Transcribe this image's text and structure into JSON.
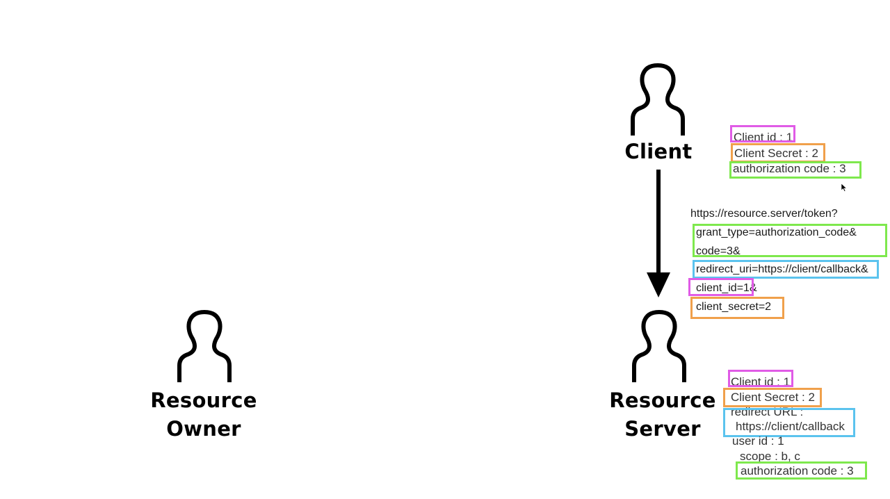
{
  "actors": {
    "client": "Client",
    "resource_owner_line1": "Resource",
    "resource_owner_line2": "Owner",
    "resource_server_line1": "Resource",
    "resource_server_line2": "Server"
  },
  "client_store": {
    "client_id": "Client id : 1",
    "client_secret": "Client Secret : 2",
    "authorization_code": "authorization code : 3"
  },
  "token_request": {
    "url": "https://resource.server/token?",
    "grant_type": "grant_type=authorization_code&",
    "code": "code=3&",
    "redirect_uri": "redirect_uri=https://client/callback&",
    "client_id": "client_id=1&",
    "client_secret": "client_secret=2"
  },
  "server_store": {
    "client_id": "Client id : 1",
    "client_secret": "Client Secret : 2",
    "redirect_url_label": "redirect URL :",
    "redirect_url_value": "https://client/callback",
    "user_id": "user id : 1",
    "scope": "scope : b, c",
    "authorization_code": "authorization code : 3"
  },
  "colors": {
    "magenta": "#e05be6",
    "orange": "#f0a04b",
    "green": "#7ee84d",
    "blue": "#5bc3ee"
  }
}
